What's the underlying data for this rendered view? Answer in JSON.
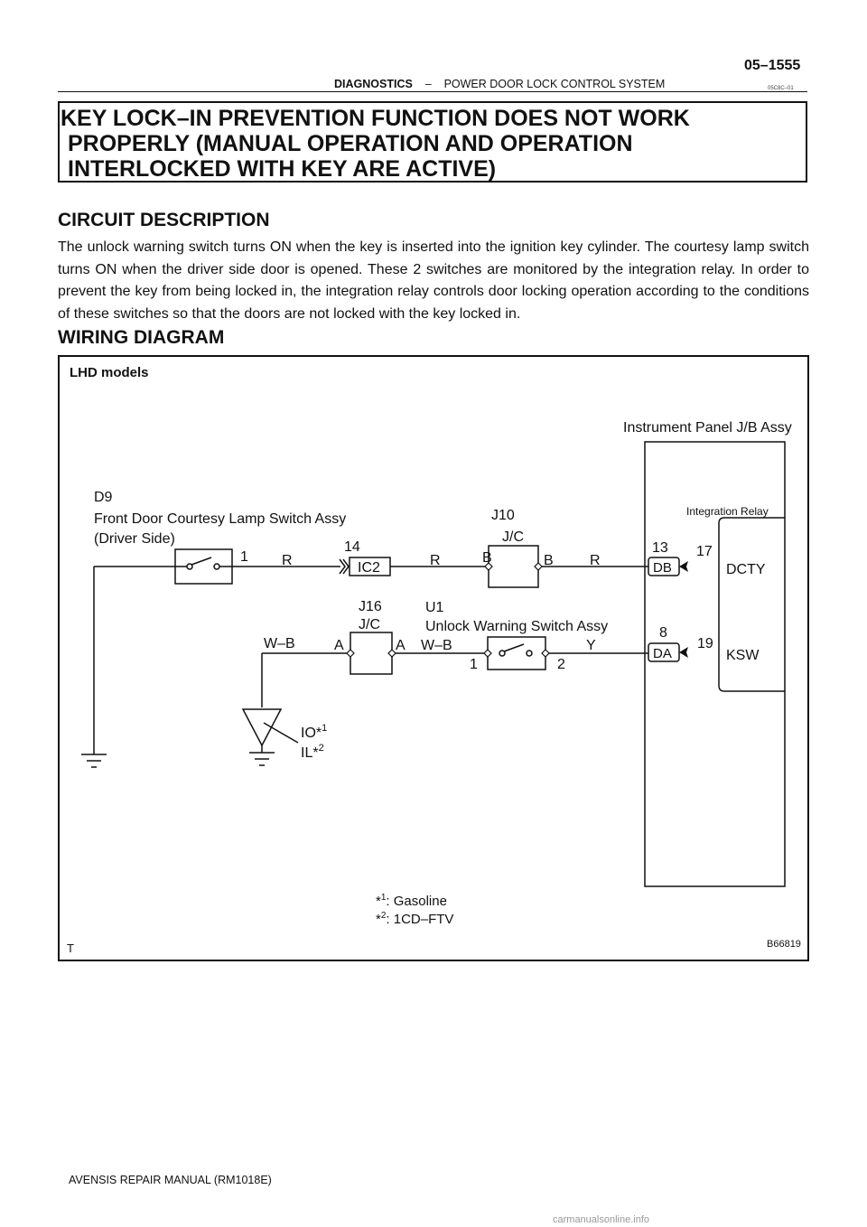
{
  "header": {
    "page_number": "05–1555",
    "section": "DIAGNOSTICS",
    "separator": "–",
    "subsection": "POWER DOOR LOCK CONTROL SYSTEM",
    "code": "05C8C–01"
  },
  "title": {
    "line1": "KEY LOCK–IN PREVENTION FUNCTION DOES NOT WORK",
    "line2": "PROPERLY (MANUAL OPERATION AND OPERATION",
    "line3": "INTERLOCKED WITH KEY ARE ACTIVE)"
  },
  "circuit_description": {
    "heading": "CIRCUIT DESCRIPTION",
    "text": "The unlock warning switch turns ON when the key is inserted into the ignition key cylinder.  The courtesy lamp switch turns ON when the driver side door is opened.  These 2 switches are monitored by the integration relay. In order to prevent the key from being locked in, the integration relay controls door locking operation according to the conditions of these switches so that the doors are not locked with the key locked in."
  },
  "wiring_diagram": {
    "heading": "WIRING DIAGRAM",
    "model_label": "LHD models",
    "instrument_panel_label": "Instrument Panel J/B Assy",
    "integration_relay_label": "Integration Relay",
    "courtesy_switch": {
      "code": "D9",
      "name": "Front Door Courtesy Lamp Switch Assy",
      "side": "(Driver Side)",
      "pin": "1"
    },
    "connector_ic2": {
      "pin": "14",
      "label": "IC2"
    },
    "jc_j10": {
      "code": "J10",
      "type": "J/C",
      "pin_in": "B",
      "pin_out": "B"
    },
    "jc_j16": {
      "code": "J16",
      "type": "J/C",
      "pin_in": "A",
      "pin_out": "A"
    },
    "unlock_switch": {
      "code": "U1",
      "name": "Unlock Warning Switch Assy",
      "pin_in": "1",
      "pin_out": "2"
    },
    "wire_colors": {
      "r1": "R",
      "r2": "R",
      "r3": "R",
      "wb1": "W–B",
      "wb2": "W–B",
      "y": "Y"
    },
    "relay_connector_db": {
      "pin": "13",
      "label": "DB",
      "relay_pin": "17",
      "terminal": "DCTY"
    },
    "relay_connector_da": {
      "pin": "8",
      "label": "DA",
      "relay_pin": "19",
      "terminal": "KSW"
    },
    "ground_point": {
      "io": "IO*",
      "io_sup": "1",
      "il": "IL*",
      "il_sup": "2"
    },
    "notes": {
      "n1_star": "*",
      "n1_sup": "1",
      "n1_text": ": Gasoline",
      "n2_star": "*",
      "n2_sup": "2",
      "n2_text": ": 1CD–FTV"
    },
    "corner_t": "T",
    "figure_code": "B66819"
  },
  "footer": {
    "manual": "AVENSIS REPAIR MANUAL   (RM1018E)",
    "watermark": "carmanualsonline.info"
  }
}
